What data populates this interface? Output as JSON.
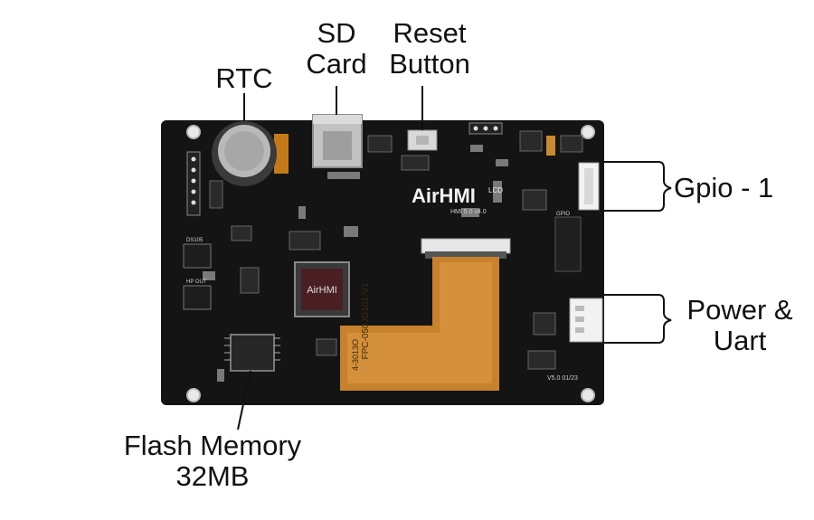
{
  "labels": {
    "rtc": [
      "RTC"
    ],
    "sd_card": [
      "SD",
      "Card"
    ],
    "reset_button": [
      "Reset",
      "Button"
    ],
    "gpio": [
      "Gpio - 1"
    ],
    "power_uart": [
      "Power &",
      "Uart"
    ],
    "flash_memory": [
      "Flash Memory",
      "32MB"
    ]
  },
  "board": {
    "logo": "AirHMI",
    "logo_sup": "LCD",
    "model": "HMI 5.0 v4.0",
    "chip_logo": "AirHMI",
    "fpc_text": "FPC-050JG101-V1",
    "fpc_code": "4-3013O",
    "version": "V5.0 01/23",
    "silk_ds": "DS105",
    "silk_hp": "HP OUT",
    "silk_gp": "GPIO"
  },
  "colors": {
    "pcb": "#141414",
    "flex": "#c8812c",
    "text": "#111111"
  }
}
